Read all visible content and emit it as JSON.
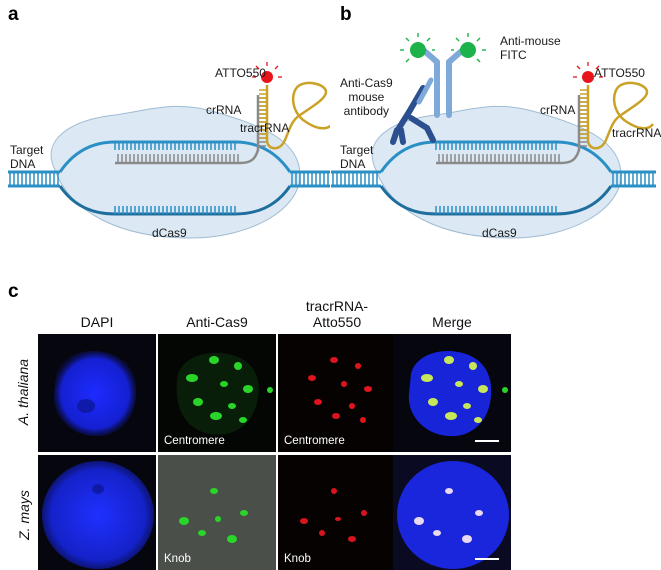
{
  "panels": {
    "a": {
      "letter": "a",
      "labels": {
        "atto": "ATTO550",
        "crrna": "crRNA",
        "tracrrna": "tracrRNA",
        "target_dna": "Target\nDNA",
        "dcas9": "dCas9"
      }
    },
    "b": {
      "letter": "b",
      "labels": {
        "anti_mouse": "Anti-mouse\nFITC",
        "anti_cas9": "Anti-Cas9\nmouse\nantibody",
        "atto": "ATTO550",
        "crrna": "crRNA",
        "tracrrna": "tracrRNA",
        "target_dna": "Target\nDNA",
        "dcas9": "dCas9"
      }
    },
    "c": {
      "letter": "c",
      "columns": [
        "DAPI",
        "Anti-Cas9",
        "tracrRNA-\nAtto550",
        "Merge"
      ],
      "rows": [
        "A. thaliana",
        "Z. mays"
      ],
      "captions": {
        "r1c2": "Centromere",
        "r1c3": "Centromere",
        "r2c2": "Knob",
        "r2c3": "Knob"
      }
    }
  },
  "colors": {
    "dna": "#2a8fc4",
    "dna_dark": "#1f6f9e",
    "rna": "#c9a227",
    "grey_strand": "#8a8a8a",
    "blob": "#dce9f4",
    "fluor_red": "#e8141c",
    "fitc_green": "#1db34a",
    "antibody_light": "#7fa9d9",
    "antibody_dark": "#2c4f8f"
  }
}
